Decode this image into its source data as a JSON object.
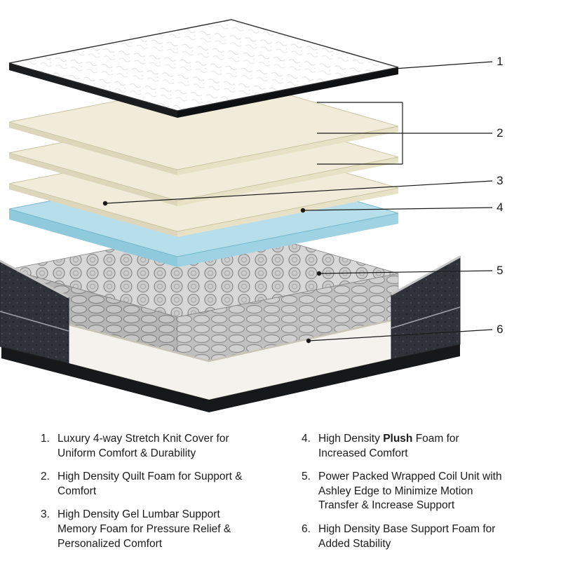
{
  "colors": {
    "gel_lumbar_teal": "#2d93b3",
    "plush_foam_blue": "#b7dfeb",
    "quilt_foam_cream": "#f1ecd9",
    "coil_gray": "#c9c9c9",
    "base_fabric_charcoal": "#2f3339",
    "callout_line": "#1a1a1a"
  },
  "diagram": {
    "callouts": [
      {
        "number": "1"
      },
      {
        "number": "2"
      },
      {
        "number": "3"
      },
      {
        "number": "4"
      },
      {
        "number": "5"
      },
      {
        "number": "6"
      }
    ]
  },
  "legend": {
    "items": [
      {
        "number": "1.",
        "text": "Luxury 4-way Stretch Knit Cover for Uniform Comfort & Durability"
      },
      {
        "number": "2.",
        "text": "High Density Quilt Foam for Support & Comfort"
      },
      {
        "number": "3.",
        "text": "High Density Gel Lumbar Support Memory Foam for Pressure Relief & Personalized Comfort"
      },
      {
        "number": "4.",
        "text_pre": "High Density ",
        "text_bold": "Plush",
        "text_post": " Foam for Increased Comfort"
      },
      {
        "number": "5.",
        "text": "Power Packed Wrapped Coil Unit with Ashley Edge to Minimize Motion Transfer & Increase Support"
      },
      {
        "number": "6.",
        "text": "High Density Base Support Foam for Added Stability"
      }
    ]
  }
}
